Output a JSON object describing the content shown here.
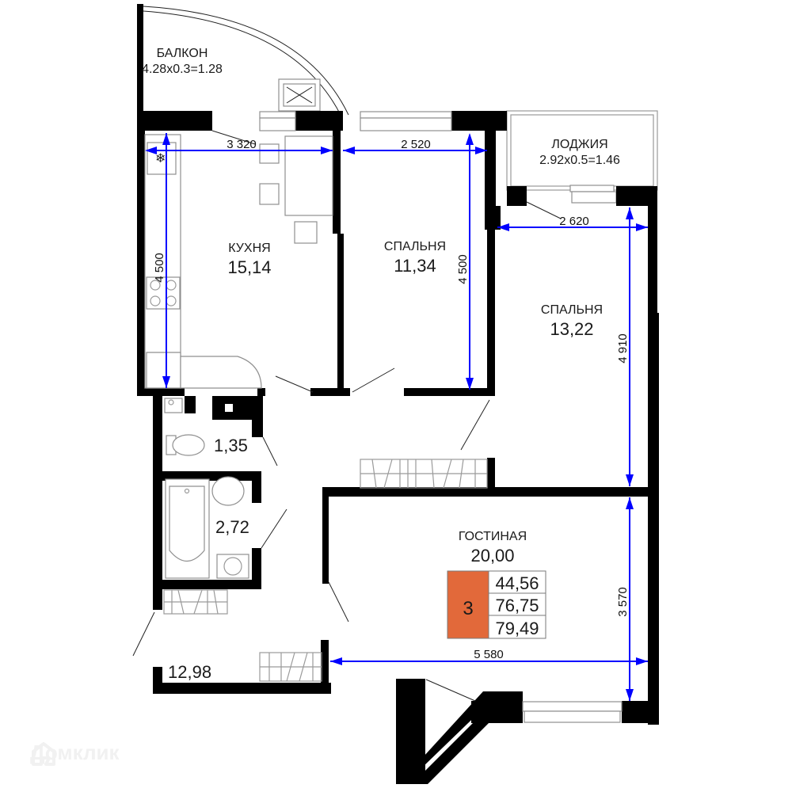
{
  "plan": {
    "rooms_count": "3",
    "areas": {
      "living": "44,56",
      "total": "76,75",
      "total_with_balconies": "79,49"
    },
    "accent_color": "#e2693a",
    "dimension_color": "#0000ff"
  },
  "rooms": {
    "balcony": {
      "name": "БАЛКОН",
      "formula": "4.28x0.3=1.28"
    },
    "loggia": {
      "name": "ЛОДЖИЯ",
      "formula": "2.92x0.5=1.46"
    },
    "kitchen": {
      "name": "КУХНЯ",
      "area": "15,14"
    },
    "bedroom1": {
      "name": "СПАЛЬНЯ",
      "area": "11,34"
    },
    "bedroom2": {
      "name": "СПАЛЬНЯ",
      "area": "13,22"
    },
    "living": {
      "name": "ГОСТИНАЯ",
      "area": "20,00"
    },
    "toilet": {
      "area": "1,35"
    },
    "bathroom": {
      "area": "2,72"
    },
    "hall": {
      "area": "12,98"
    }
  },
  "dimensions": {
    "kitchen_width": "3 320",
    "kitchen_length": "4 500",
    "bedroom1_width": "2 520",
    "bedroom1_length": "4 500",
    "bedroom2_width": "2 620",
    "bedroom2_length": "4 910",
    "living_width": "5 580",
    "living_length": "3 570"
  },
  "watermark": {
    "text": "Домклик",
    "icon": "house-logo-icon"
  }
}
